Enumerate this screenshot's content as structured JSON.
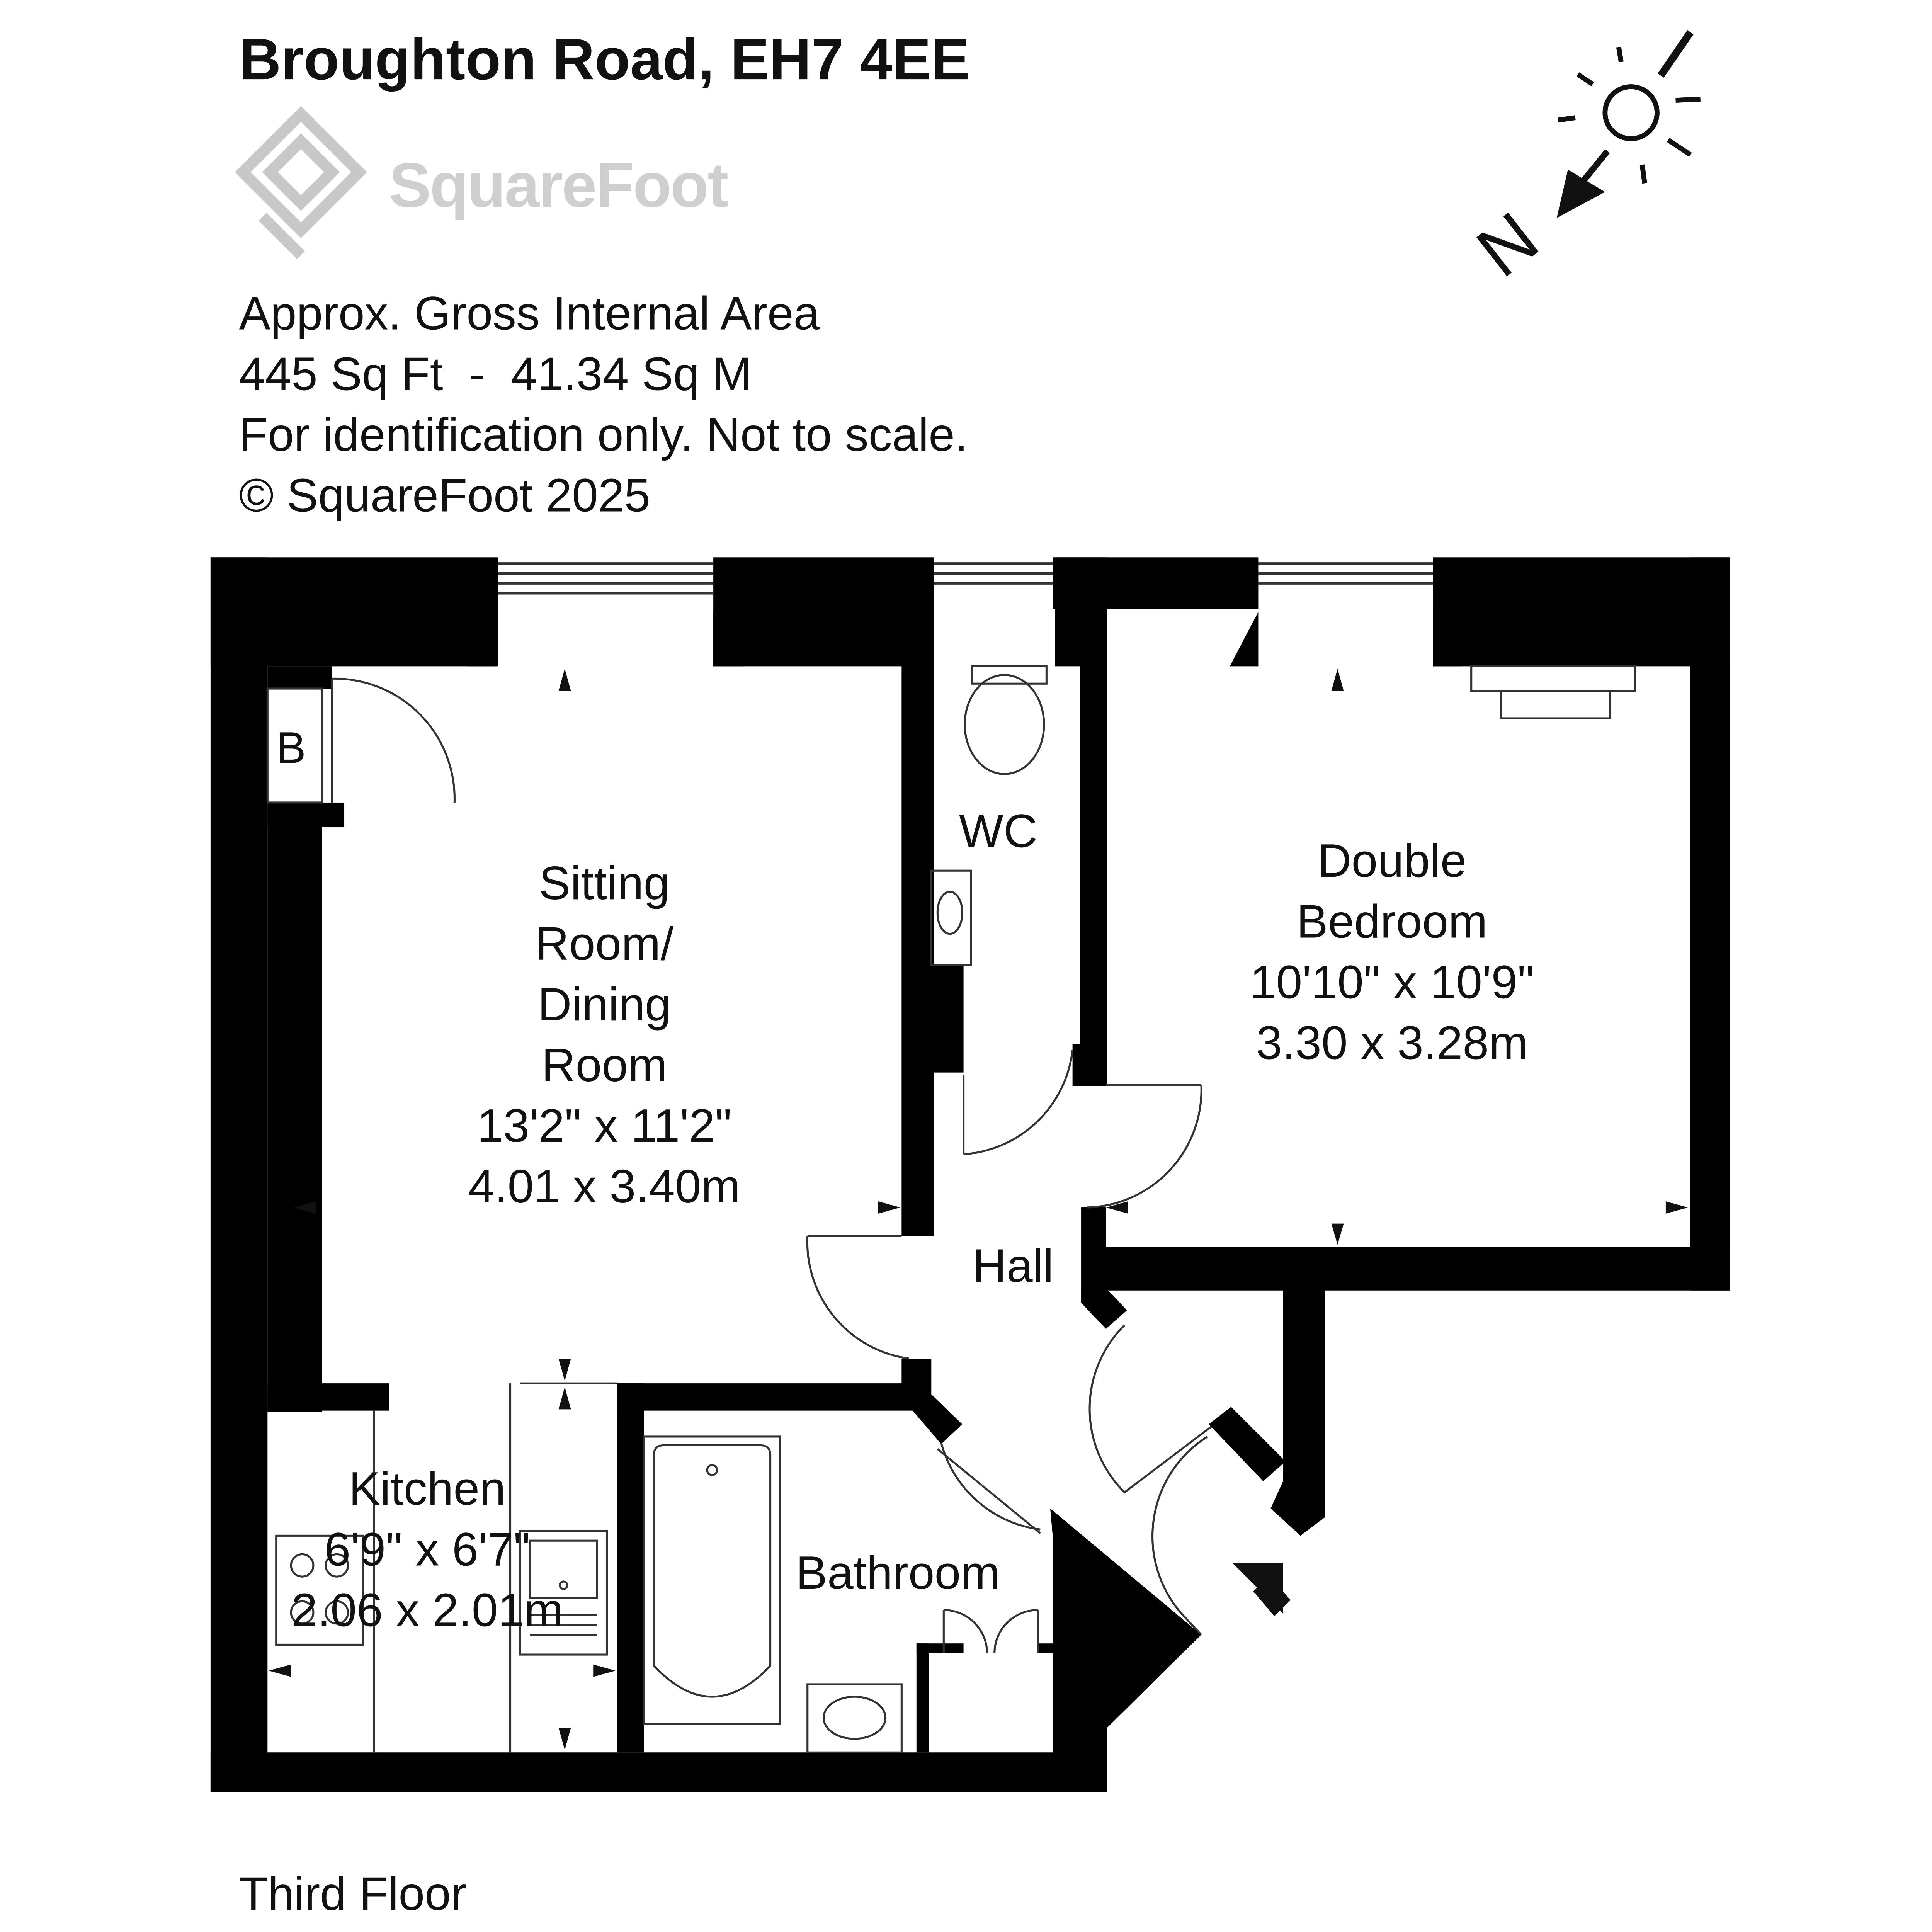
{
  "header": {
    "address": "Broughton Road, EH7 4EE",
    "brand": "SquareFoot",
    "area_label": "Approx. Gross Internal Area",
    "area_value": "445 Sq Ft  -  41.34 Sq M",
    "disclaimer": "For identification only. Not to scale.",
    "copyright": "© SquareFoot 2025"
  },
  "compass": {
    "north_label": "N"
  },
  "rooms": {
    "boiler": {
      "label": "B"
    },
    "sitting": {
      "line1": "Sitting",
      "line2": "Room/",
      "line3": "Dining",
      "line4": "Room",
      "imperial": "13'2\" x 11'2\"",
      "metric": "4.01 x 3.40m"
    },
    "wc": {
      "label": "WC"
    },
    "bedroom": {
      "line1": "Double",
      "line2": "Bedroom",
      "imperial": "10'10\" x 10'9\"",
      "metric": "3.30 x 3.28m"
    },
    "hall": {
      "label": "Hall"
    },
    "kitchen": {
      "label": "Kitchen",
      "imperial": "6'9\" x 6'7\"",
      "metric": "2.06 x 2.01m"
    },
    "bathroom": {
      "label": "Bathroom"
    }
  },
  "footer": {
    "floor": "Third Floor"
  },
  "colors": {
    "wall": "#000000",
    "logo": "#c8c8c8",
    "line": "#333333"
  }
}
